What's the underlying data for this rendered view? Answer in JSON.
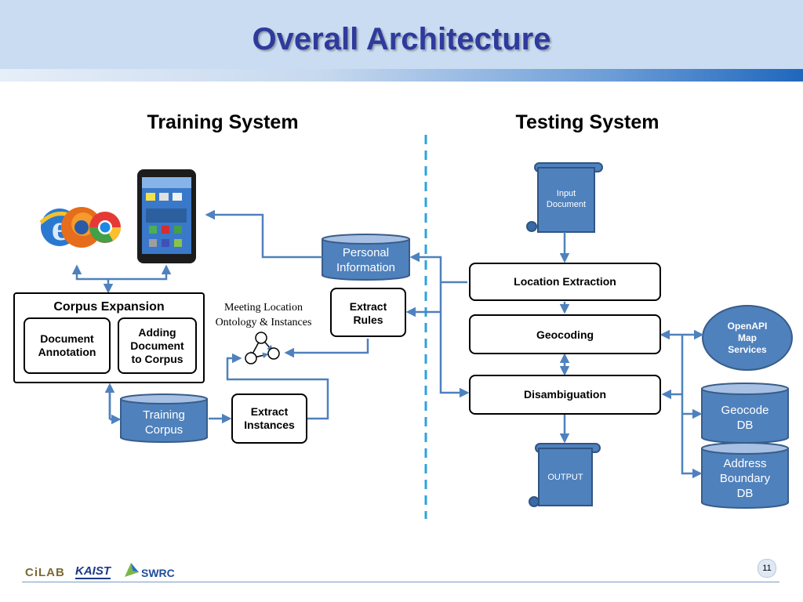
{
  "slide": {
    "title": "Overall Architecture",
    "page_number": "11"
  },
  "training": {
    "title": "Training System",
    "corpus_expansion": "Corpus Expansion",
    "document_annotation": [
      "Document",
      "Annotation"
    ],
    "adding_document": [
      "Adding",
      "Document",
      "to Corpus"
    ],
    "training_corpus": [
      "Training",
      "Corpus"
    ],
    "extract_instances": [
      "Extract",
      "Instances"
    ],
    "extract_rules": [
      "Extract",
      "Rules"
    ],
    "personal_information": [
      "Personal",
      "Information"
    ],
    "ontology_label": [
      "Meeting Location",
      "Ontology & Instances"
    ]
  },
  "testing": {
    "title": "Testing System",
    "input_document": [
      "Input",
      "Document"
    ],
    "location_extraction": "Location Extraction",
    "geocoding": "Geocoding",
    "disambiguation": "Disambiguation",
    "output": "OUTPUT",
    "openapi": [
      "OpenAPI",
      "Map",
      "Services"
    ],
    "geocode_db": [
      "Geocode",
      "DB"
    ],
    "address_db": [
      "Address",
      "Boundary",
      "DB"
    ]
  },
  "footer": {
    "logo_cilab": "CiLAB",
    "logo_kaist": "KAIST",
    "logo_swrc": "SWRC"
  },
  "colors": {
    "title": "#2e3a9c",
    "shape_fill": "#4f81bd",
    "shape_stroke": "#385d8a",
    "arrow": "#4f81bd",
    "divider": "#2ea3dc"
  }
}
